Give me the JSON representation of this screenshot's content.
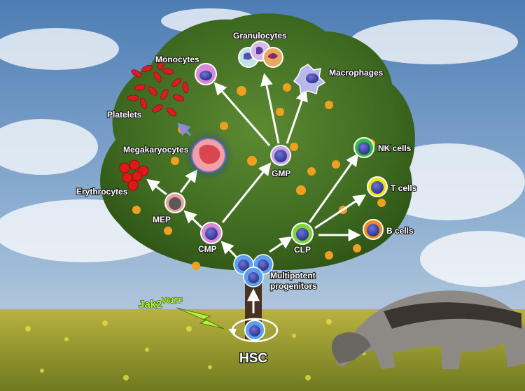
{
  "labels": {
    "granulocytes": "Granulocytes",
    "monocytes": "Monocytes",
    "macrophages": "Macrophages",
    "platelets": "Platelets",
    "megakaryocytes": "Megakaryocytes",
    "erythrocytes": "Erythrocytes",
    "nk_cells": "NK cells",
    "t_cells": "T cells",
    "b_cells": "B cells",
    "gmp": "GMP",
    "mep": "MEP",
    "cmp": "CMP",
    "clp": "CLP",
    "mpp_line1": "Multipotent",
    "mpp_line2": "progenitors",
    "hsc": "HSC",
    "jak2_base": "Jak2",
    "jak2_sup": "V617F"
  },
  "colors": {
    "sky_top": "#4f7fb5",
    "sky_bottom": "#b7c9dc",
    "foliage": "#3f6e22",
    "field": "#a8a23a",
    "arrow": "#ffffff",
    "platelet_arrow": "#8a8ae0",
    "cell_nucleus": "#3b3f9e",
    "nk_ring": "#2fbf3a",
    "t_ring": "#f0e21a",
    "b_ring": "#f08a1a",
    "clp_ring": "#7ed23a",
    "cmp_ring": "#d28ad8",
    "mep_ring": "#e06060",
    "erythrocyte": "#e01818",
    "jak2_label": "#b6f23a"
  },
  "icons": [
    "tree-illustration",
    "anteater-illustration",
    "mutation-lightning-icon"
  ]
}
